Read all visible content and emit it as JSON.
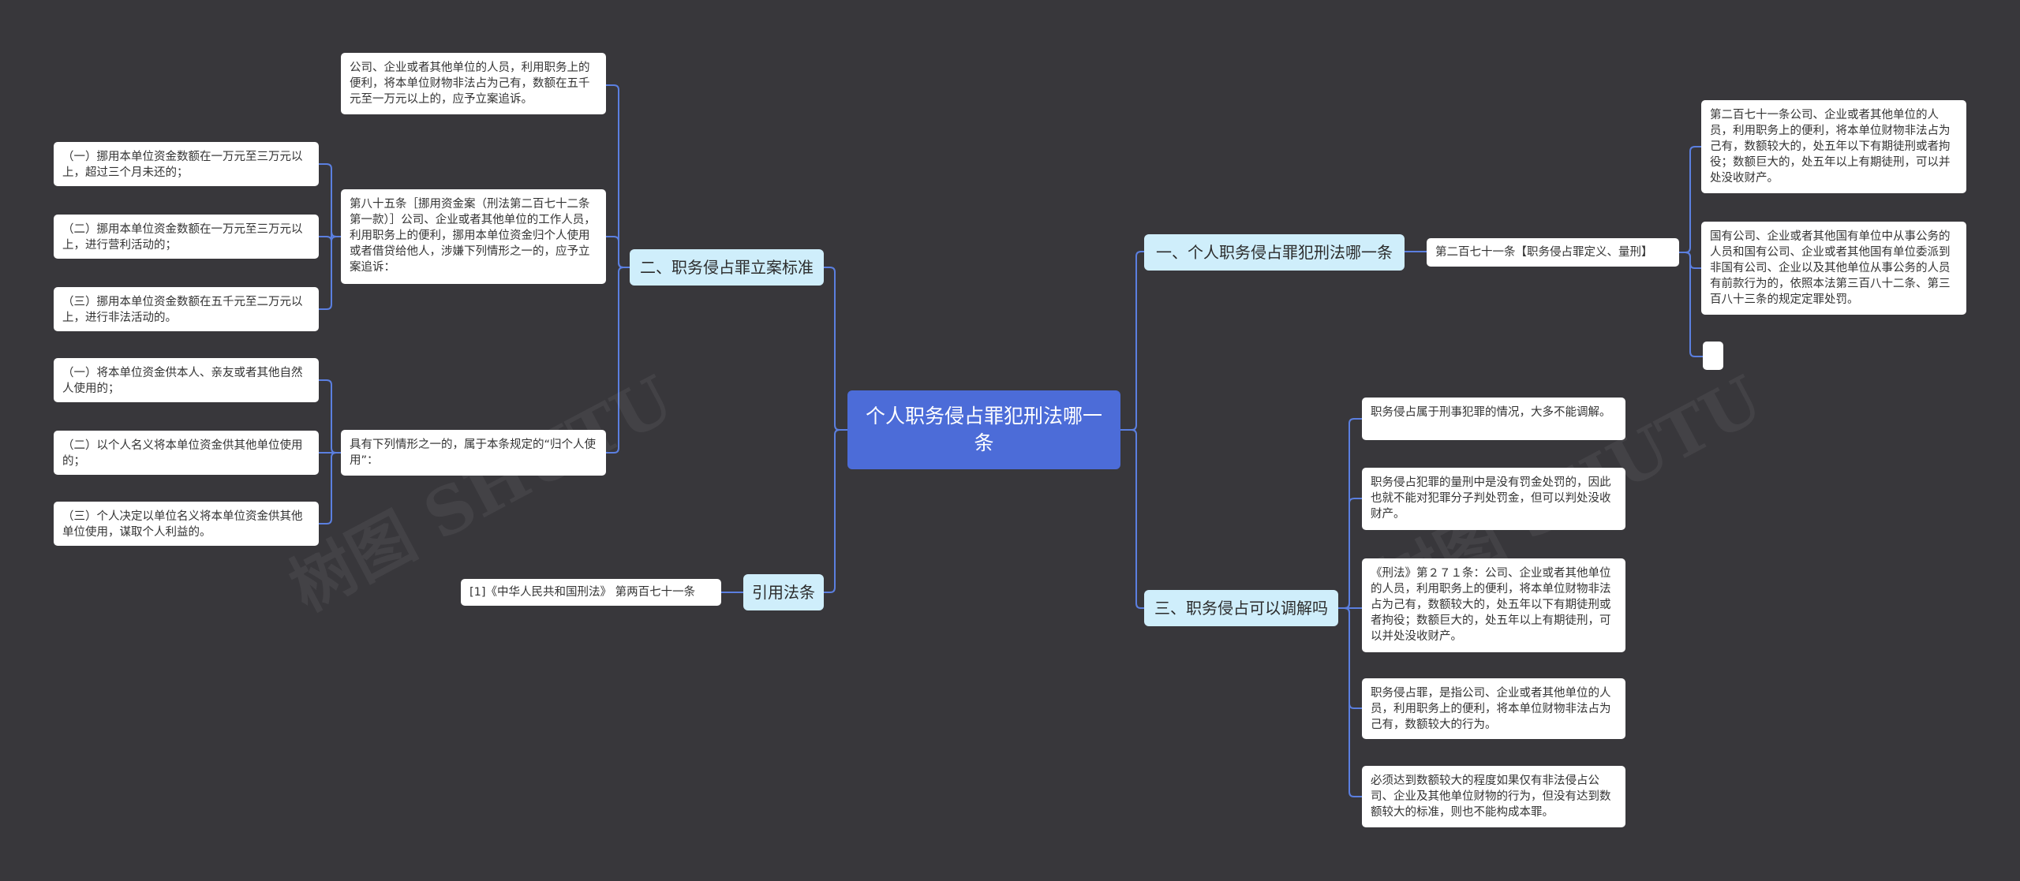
{
  "watermark": "树图 SHUTU",
  "root": {
    "label": "个人职务侵占罪犯刑法哪一条"
  },
  "branches": {
    "b1": {
      "label": "一、个人职务侵占罪犯刑法哪一条"
    },
    "b2": {
      "label": "二、职务侵占罪立案标准"
    },
    "b3": {
      "label": "三、职务侵占可以调解吗"
    },
    "b4": {
      "label": "引用法条"
    }
  },
  "b1": {
    "sub": "第二百七十一条【职务侵占罪定义、量刑】",
    "leaf1": "第二百七十一条公司、企业或者其他单位的人员，利用职务上的便利，将本单位财物非法占为己有，数额较大的，处五年以下有期徒刑或者拘役；数额巨大的，处五年以上有期徒刑，可以并处没收财产。",
    "leaf2": "国有公司、企业或者其他国有单位中从事公务的人员和国有公司、企业或者其他国有单位委派到非国有公司、企业以及其他单位从事公务的人员有前款行为的，依照本法第三百八十二条、第三百八十三条的规定定罪处罚。",
    "leaf3": ""
  },
  "b2": {
    "top": "公司、企业或者其他单位的人员，利用职务上的便利，将本单位财物非法占为己有，数额在五千元至一万元以上的，应予立案追诉。",
    "art85": "第八十五条［挪用资金案（刑法第二百七十二条第一款）］公司、企业或者其他单位的工作人员，利用职务上的便利，挪用本单位资金归个人使用或者借贷给他人，涉嫌下列情形之一的，应予立案追诉：",
    "art85_items": [
      "（一）挪用本单位资金数额在一万元至三万元以上，超过三个月未还的；",
      "（二）挪用本单位资金数额在一万元至三万元以上，进行营利活动的；",
      "（三）挪用本单位资金数额在五千元至二万元以上，进行非法活动的。"
    ],
    "gui": "具有下列情形之一的，属于本条规定的“归个人使用”：",
    "gui_items": [
      "（一）将本单位资金供本人、亲友或者其他自然人使用的；",
      "（二）以个人名义将本单位资金供其他单位使用的；",
      "（三）个人决定以单位名义将本单位资金供其他单位使用，谋取个人利益的。"
    ]
  },
  "b3": {
    "items": [
      "职务侵占属于刑事犯罪的情况，大多不能调解。",
      "职务侵占犯罪的量刑中是没有罚金处罚的，因此也就不能对犯罪分子判处罚金，但可以判处没收财产。",
      "《刑法》第２７１条：公司、企业或者其他单位的人员，利用职务上的便利，将本单位财物非法占为己有，数额较大的，处五年以下有期徒刑或者拘役；数额巨大的，处五年以上有期徒刑，可以并处没收财产。",
      "职务侵占罪，是指公司、企业或者其他单位的人员，利用职务上的便利，将本单位财物非法占为己有，数额较大的行为。",
      "必须达到数额较大的程度如果仅有非法侵占公司、企业及其他单位财物的行为，但没有达到数额较大的标准，则也不能构成本罪。"
    ]
  },
  "b4": {
    "leaf": "[1]《中华人民共和国刑法》 第两百七十一条"
  },
  "colors": {
    "background": "#38373b",
    "root": "#4c6cd8",
    "branch": "#cfeefb",
    "leaf": "#ffffff",
    "line": "#5b7fe0"
  }
}
